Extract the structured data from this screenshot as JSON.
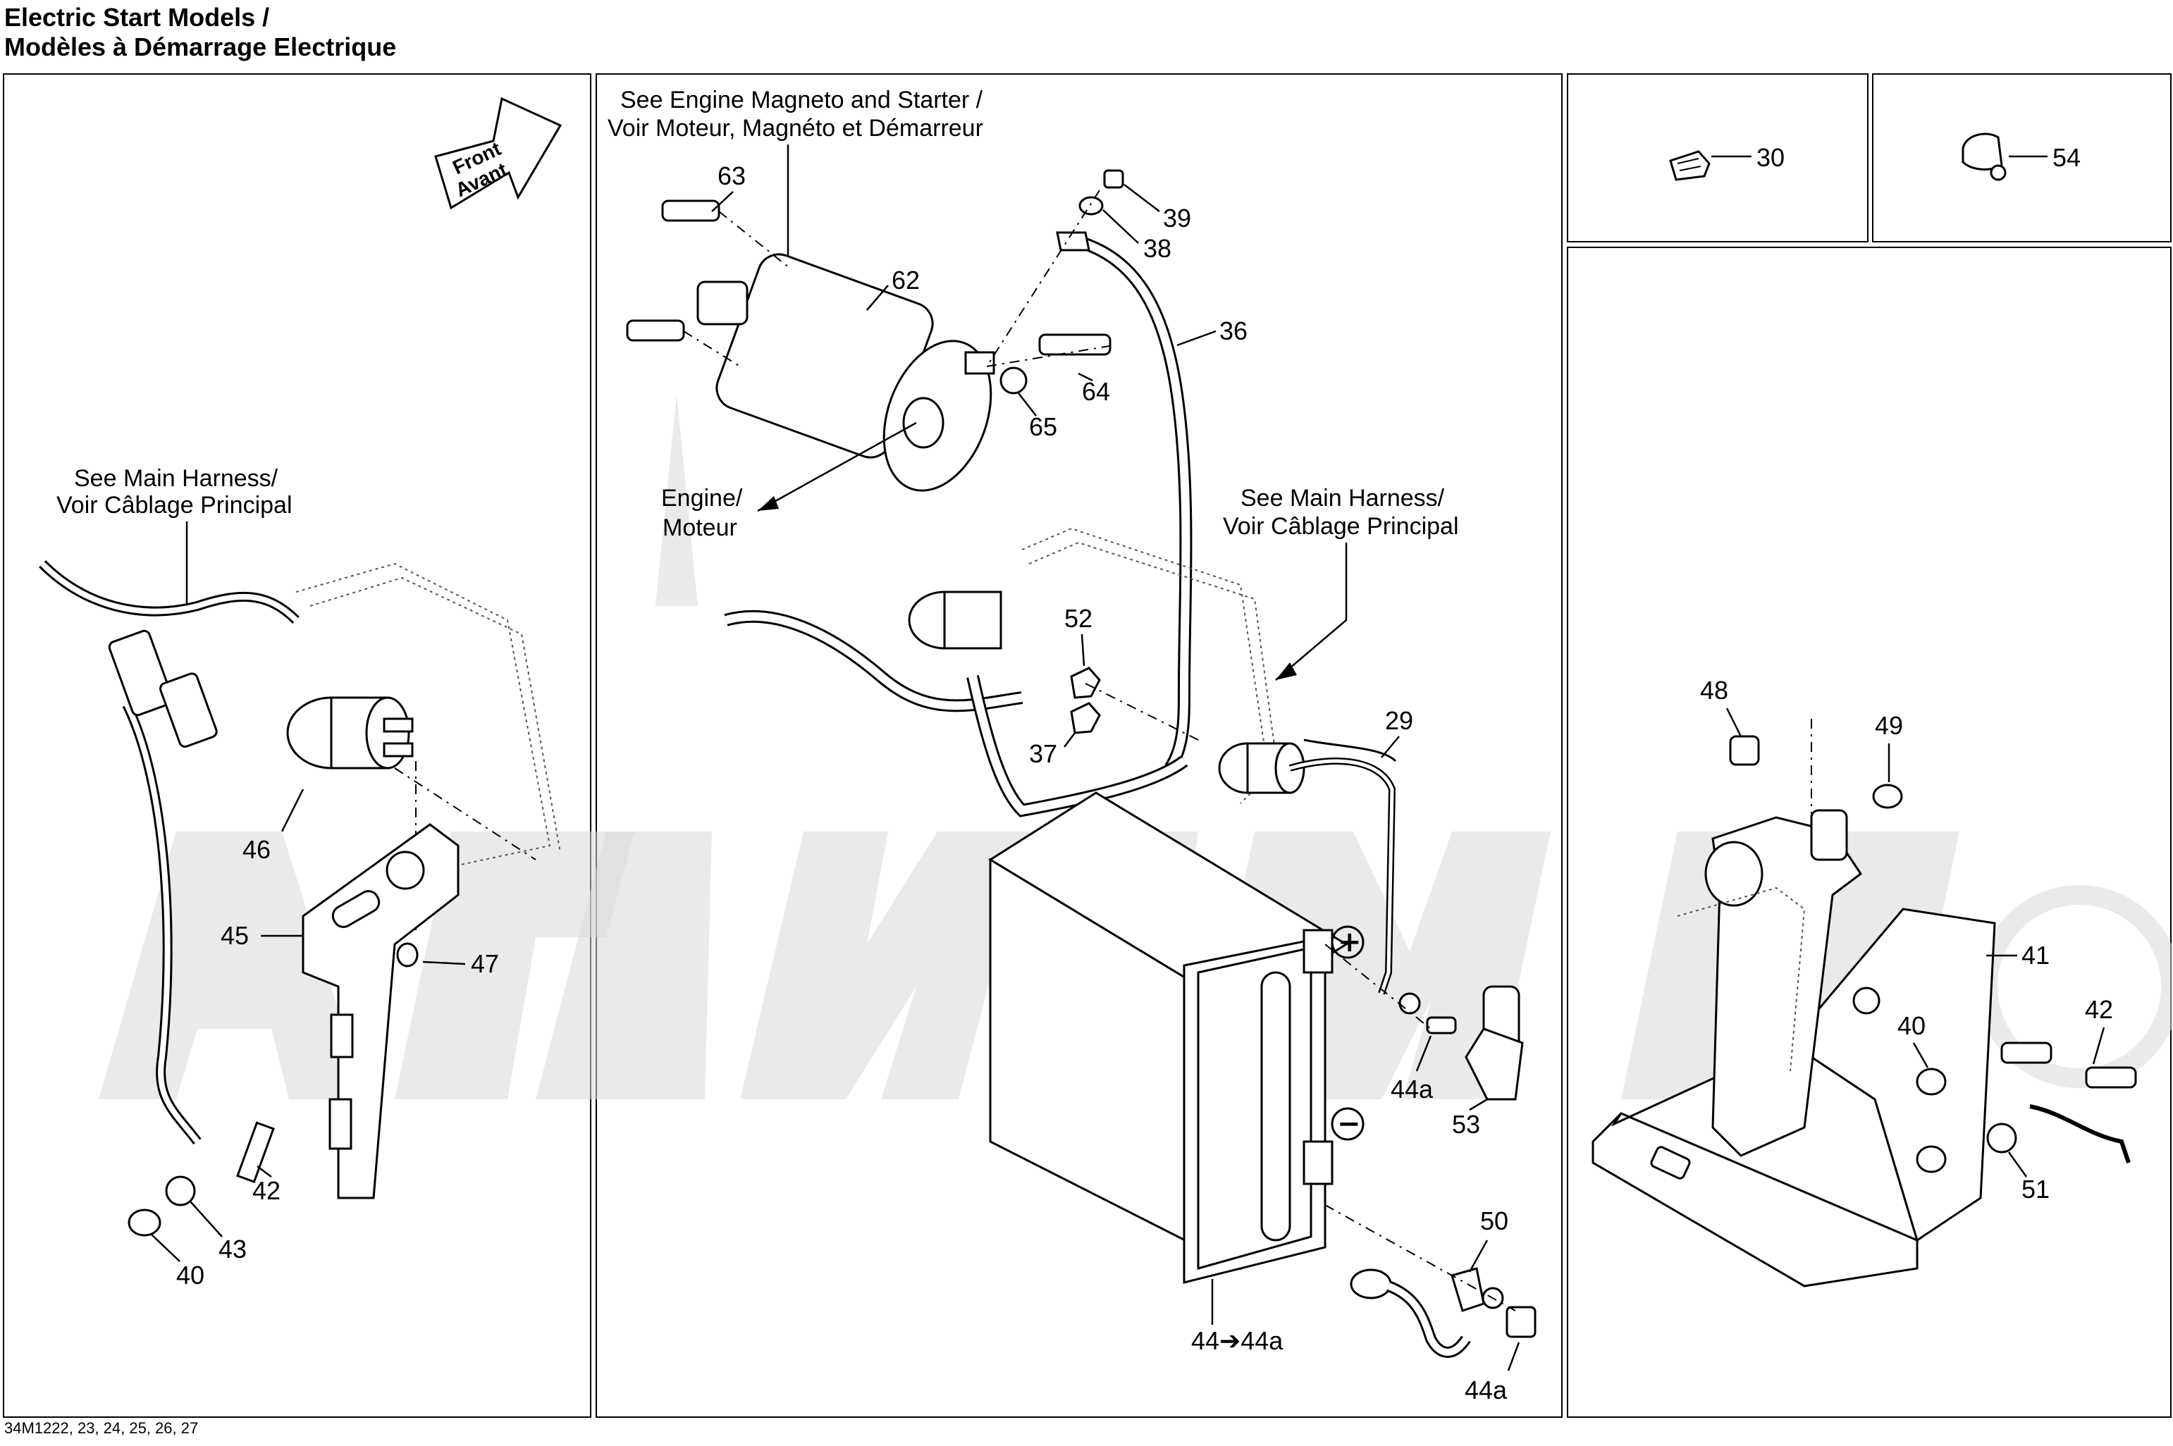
{
  "header": {
    "title_line1": "Electric Start Models /",
    "title_line2": "Modèles à Démarrage Electrique"
  },
  "footer": {
    "drawing_refs": "34M1222, 23, 24, 25, 26, 27"
  },
  "notes": {
    "front_line1": "Front",
    "front_line2": "Avant",
    "main_harness_left_line1": "See Main Harness/",
    "main_harness_left_line2": "Voir Câblage Principal",
    "engine_magneto_line1": "See Engine Magneto and Starter /",
    "engine_magneto_line2": "Voir Moteur, Magnéto et Démarreur",
    "engine_line1": "Engine/",
    "engine_line2": "Moteur",
    "main_harness_center_line1": "See Main Harness/",
    "main_harness_center_line2": "Voir Câblage Principal",
    "plus_symbol": "+",
    "minus_symbol": "−"
  },
  "callouts": {
    "c63": "63",
    "c39": "39",
    "c38": "38",
    "c62": "62",
    "c36": "36",
    "c64": "64",
    "c65": "65",
    "c52": "52",
    "c37": "37",
    "c29": "29",
    "c44a_top": "44a",
    "c53": "53",
    "c50": "50",
    "c44_range": "44➔44a",
    "c44a_bottom": "44a",
    "c46": "46",
    "c45": "45",
    "c47": "47",
    "c42_left": "42",
    "c43": "43",
    "c40_left": "40",
    "c30": "30",
    "c54": "54",
    "c48": "48",
    "c49": "49",
    "c41": "41",
    "c40_right": "40",
    "c42_right": "42",
    "c51": "51"
  },
  "icons": {
    "front_arrow": "front-arrow-icon",
    "watermark": "watermark-logo-icon"
  }
}
